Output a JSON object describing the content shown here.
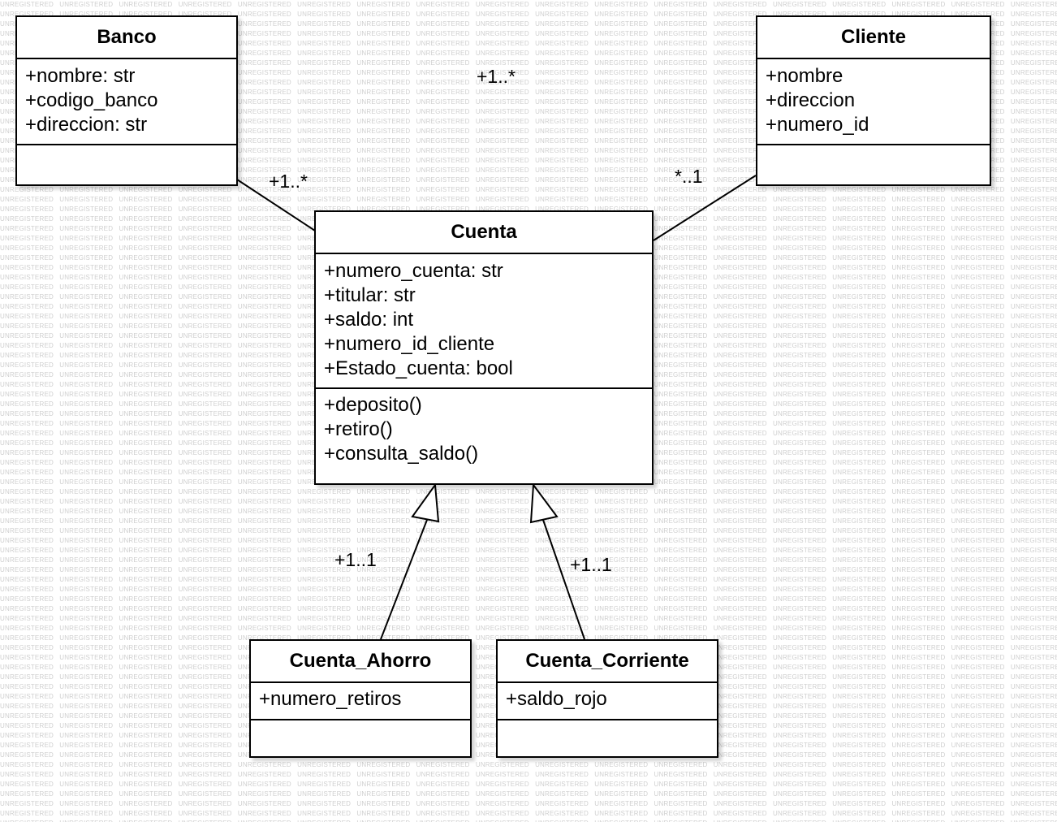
{
  "watermark_text": "UNREGISTERED",
  "classes": {
    "banco": {
      "name": "Banco",
      "attributes": [
        "+nombre: str",
        "+codigo_banco",
        "+direccion: str"
      ],
      "methods": []
    },
    "cliente": {
      "name": "Cliente",
      "attributes": [
        "+nombre",
        "+direccion",
        "+numero_id"
      ],
      "methods": []
    },
    "cuenta": {
      "name": "Cuenta",
      "attributes": [
        "+numero_cuenta: str",
        "+titular: str",
        "+saldo: int",
        "+numero_id_cliente",
        "+Estado_cuenta: bool"
      ],
      "methods": [
        "+deposito()",
        "+retiro()",
        "+consulta_saldo()"
      ]
    },
    "cuenta_ahorro": {
      "name": "Cuenta_Ahorro",
      "attributes": [
        "+numero_retiros"
      ],
      "methods": []
    },
    "cuenta_corriente": {
      "name": "Cuenta_Corriente",
      "attributes": [
        "+saldo_rojo"
      ],
      "methods": []
    }
  },
  "relationships": [
    {
      "from": "Banco",
      "to": "Cuenta",
      "type": "association",
      "multiplicity": "+1..*"
    },
    {
      "from": "Cliente",
      "to": "Cuenta",
      "type": "association",
      "multiplicity": "*..1"
    },
    {
      "from": "Cuenta_Ahorro",
      "to": "Cuenta",
      "type": "generalization",
      "multiplicity": "+1..1"
    },
    {
      "from": "Cuenta_Corriente",
      "to": "Cuenta",
      "type": "generalization",
      "multiplicity": "+1..1"
    }
  ],
  "floating_labels": {
    "top_multiplicity": "+1..*"
  }
}
